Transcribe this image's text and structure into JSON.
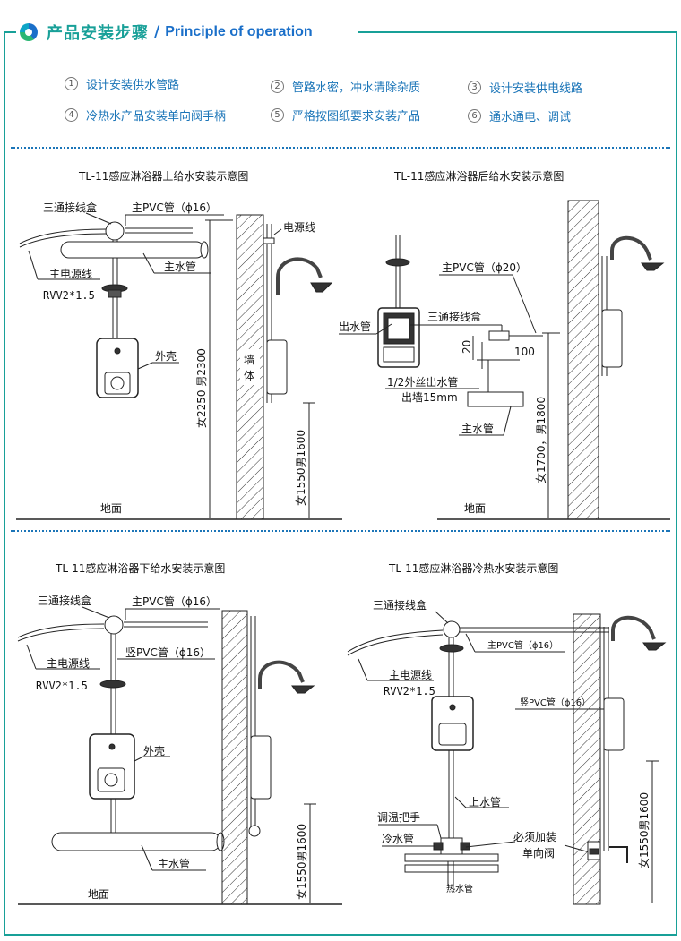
{
  "header": {
    "title_cn": "产品安装步骤",
    "separator": "/",
    "title_en": "Principle of operation"
  },
  "steps": [
    {
      "num": "1",
      "label": "设计安装供水管路"
    },
    {
      "num": "2",
      "label": "管路水密，冲水清除杂质"
    },
    {
      "num": "3",
      "label": "设计安装供电线路"
    },
    {
      "num": "4",
      "label": "冷热水产品安装单向阀手柄"
    },
    {
      "num": "5",
      "label": "严格按图纸要求安装产品"
    },
    {
      "num": "6",
      "label": "通水通电、调试"
    }
  ],
  "diagrams": {
    "top": {
      "title": "TL-11感应淋浴器上给水安装示意图",
      "tee_box": "三通接线盒",
      "pvc": "主PVC管（ϕ16）",
      "power_line": "主电源线",
      "cable": "RVV2*1.5",
      "main_pipe": "主水管",
      "shell": "外壳",
      "power_cord": "电源线",
      "wall": "墙",
      "wall2": "体",
      "height_big": "女2250 男2300",
      "height_small": "女1550男1600",
      "floor": "地面"
    },
    "rear": {
      "title": "TL-11感应淋浴器后给水安装示意图",
      "pvc": "主PVC管（ϕ20）",
      "outlet": "出水管",
      "tee_box": "三通接线盒",
      "dim_20": "20",
      "dim_100": "100",
      "pipe_thread": "1/2外丝出水管",
      "wall_out": "出墙15mm",
      "main_pipe": "主水管",
      "height": "女1700，男1800",
      "floor": "地面"
    },
    "bottom": {
      "title": "TL-11感应淋浴器下给水安装示意图",
      "tee_box": "三通接线盒",
      "pvc": "主PVC管（ϕ16）",
      "vpvc": "竖PVC管（ϕ16）",
      "power_line": "主电源线",
      "cable": "RVV2*1.5",
      "shell": "外壳",
      "main_pipe": "主水管",
      "height": "女1550男1600",
      "floor": "地面"
    },
    "mix": {
      "title": "TL-11感应淋浴器冷热水安装示意图",
      "tee_box": "三通接线盒",
      "pvc": "主PVC管（ϕ16）",
      "vpvc": "竖PVC管（ϕ16）",
      "power_line": "主电源线",
      "cable": "RVV2*1.5",
      "up_pipe": "上水管",
      "handle": "调温把手",
      "cold": "冷水管",
      "valve1": "必须加装",
      "valve2": "单向阀",
      "hot": "热水管",
      "height": "女1550男1600"
    }
  },
  "colors": {
    "accent": "#18a098",
    "blue": "#1b75b8"
  }
}
